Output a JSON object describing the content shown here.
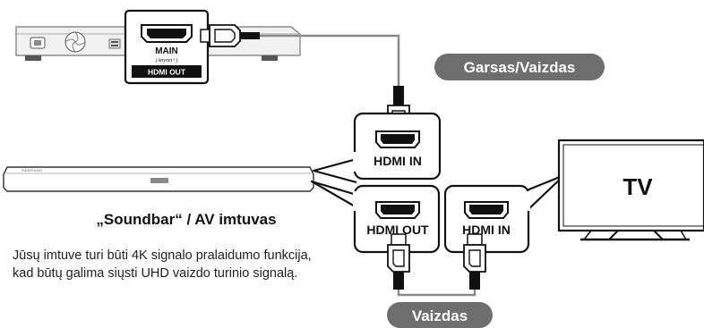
{
  "source_device": {
    "port_main": "MAIN",
    "port_sub": "(Anynet+)",
    "port_out": "HDMI OUT"
  },
  "labels": {
    "audio_video": "Garsas/Vaizdas",
    "video": "Vaizdas",
    "hdmi_in_top": "HDMI IN",
    "hdmi_out_receiver": "HDMI OUT",
    "hdmi_in_bottom": "HDMI IN",
    "tv": "TV",
    "soundbar_brand": "SAMSUNG"
  },
  "receiver_title": "„Soundbar“ / AV imtuvas",
  "note": "Jūsų imtuve turi būti 4K signalo pralaidumo funkcija, kad būtų galima siųsti UHD vaizdo turinio signalą."
}
